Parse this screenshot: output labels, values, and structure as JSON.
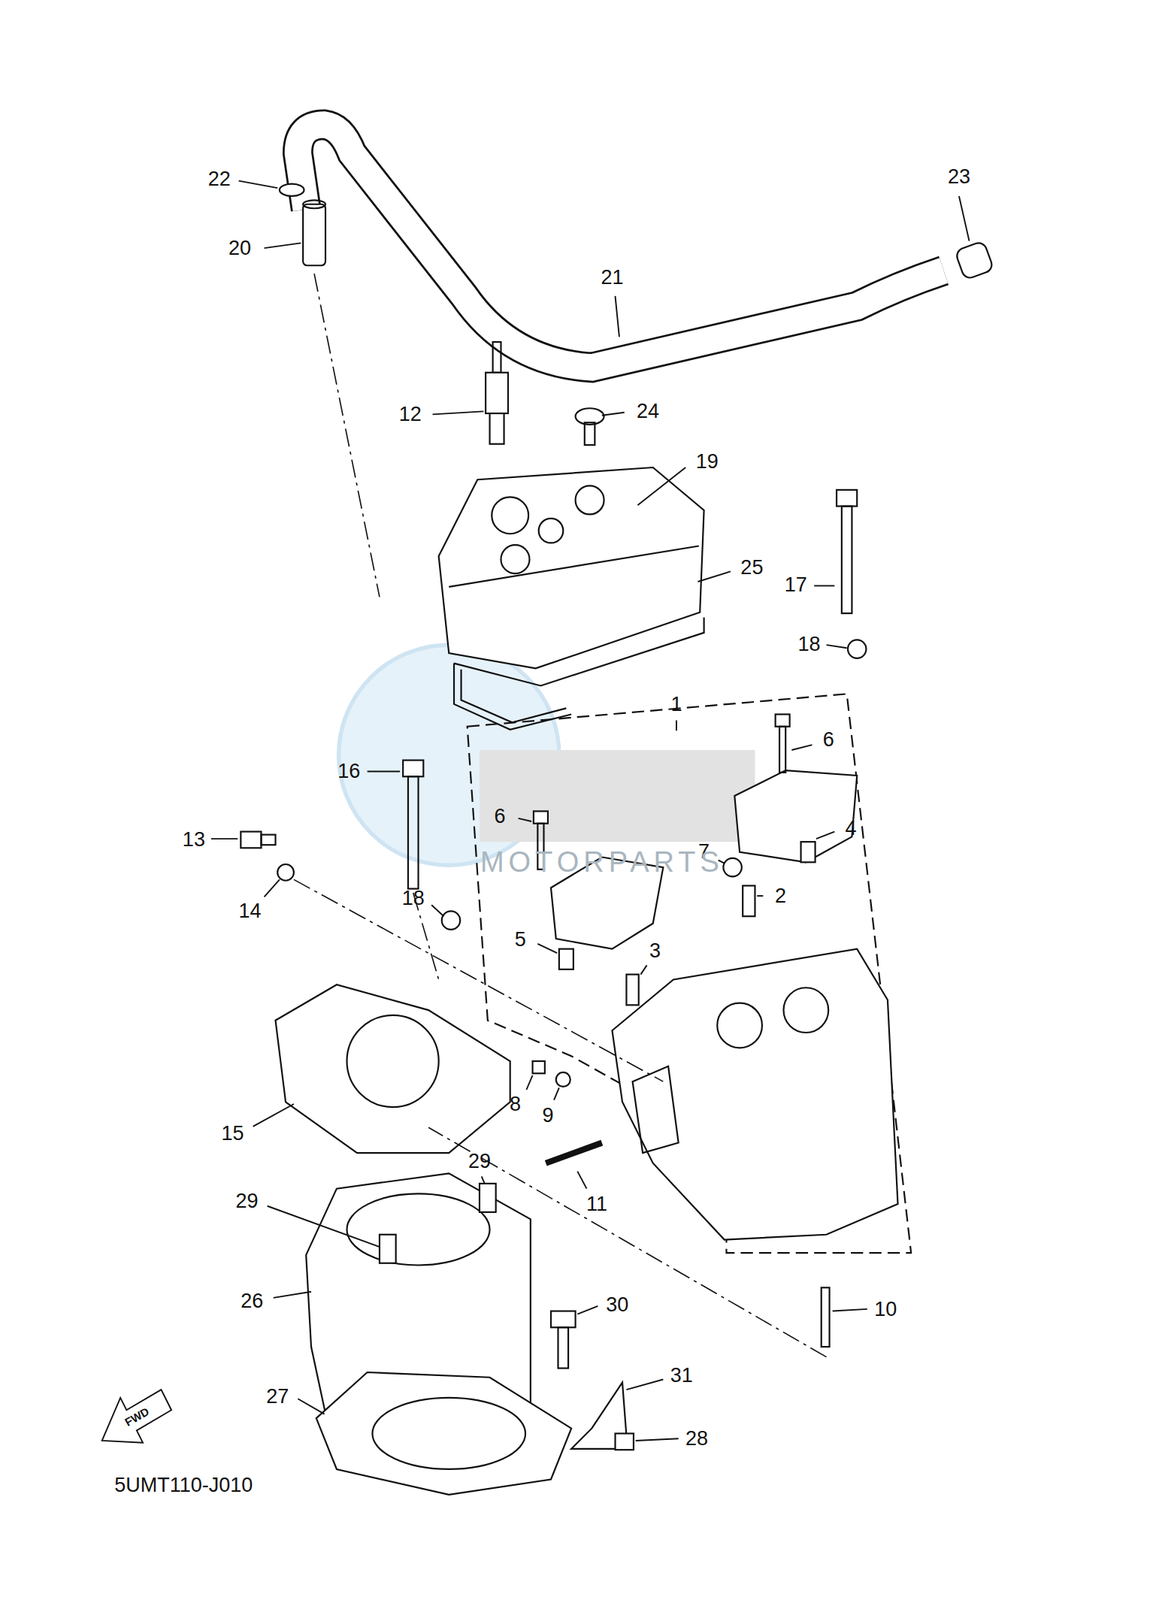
{
  "diagram": {
    "labels": [
      "22",
      "23",
      "20",
      "21",
      "12",
      "24",
      "19",
      "25",
      "17",
      "18",
      "1",
      "6",
      "16",
      "6",
      "4",
      "13",
      "7",
      "2",
      "14",
      "18",
      "5",
      "3",
      "8",
      "9",
      "15",
      "29",
      "11",
      "29",
      "26",
      "30",
      "10",
      "31",
      "27",
      "28",
      "FWD",
      "5UMT110-J010",
      "MOTORPARTS"
    ]
  }
}
